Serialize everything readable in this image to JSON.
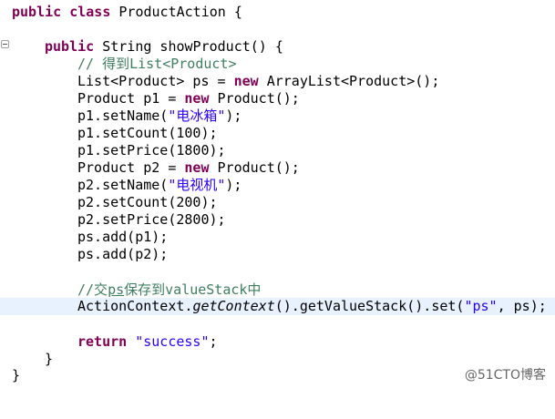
{
  "editor": {
    "lines": {
      "l1": {
        "kw1": "public",
        "kw2": "class",
        "rest": " ProductAction {"
      },
      "l3": {
        "kw1": "public",
        "rest": " String showProduct() {"
      },
      "l4": {
        "comment": "// 得到List<Product>"
      },
      "l5": {
        "a": "List<Product> ps = ",
        "kw": "new",
        "b": " ArrayList<Product>();"
      },
      "l6": {
        "a": "Product p1 = ",
        "kw": "new",
        "b": " Product();"
      },
      "l7": {
        "a": "p1.setName(",
        "str": "\"电冰箱\"",
        "b": ");"
      },
      "l8": {
        "text": "p1.setCount(100);"
      },
      "l9": {
        "text": "p1.setPrice(1800);"
      },
      "l10": {
        "a": "Product p2 = ",
        "kw": "new",
        "b": " Product();"
      },
      "l11": {
        "a": "p2.setName(",
        "str": "\"电视机\"",
        "b": ");"
      },
      "l12": {
        "text": "p2.setCount(200);"
      },
      "l13": {
        "text": "p2.setPrice(2800);"
      },
      "l14": {
        "text": "ps.add(p1);"
      },
      "l15": {
        "text": "ps.add(p2);"
      },
      "l17": {
        "c1": "//交",
        "c2": "ps",
        "c3": "保存到valueStack中"
      },
      "l18": {
        "a": "ActionContext.",
        "it1": "getContext",
        "b": "().getValueStack().set(",
        "str": "\"ps\"",
        "c": ", ps);"
      },
      "l20": {
        "kw": "return",
        "sp": " ",
        "str": "\"success\"",
        "b": ";"
      },
      "l21": {
        "text": "}"
      },
      "l22": {
        "text": "}"
      }
    }
  },
  "watermark": "@51CTO博客"
}
